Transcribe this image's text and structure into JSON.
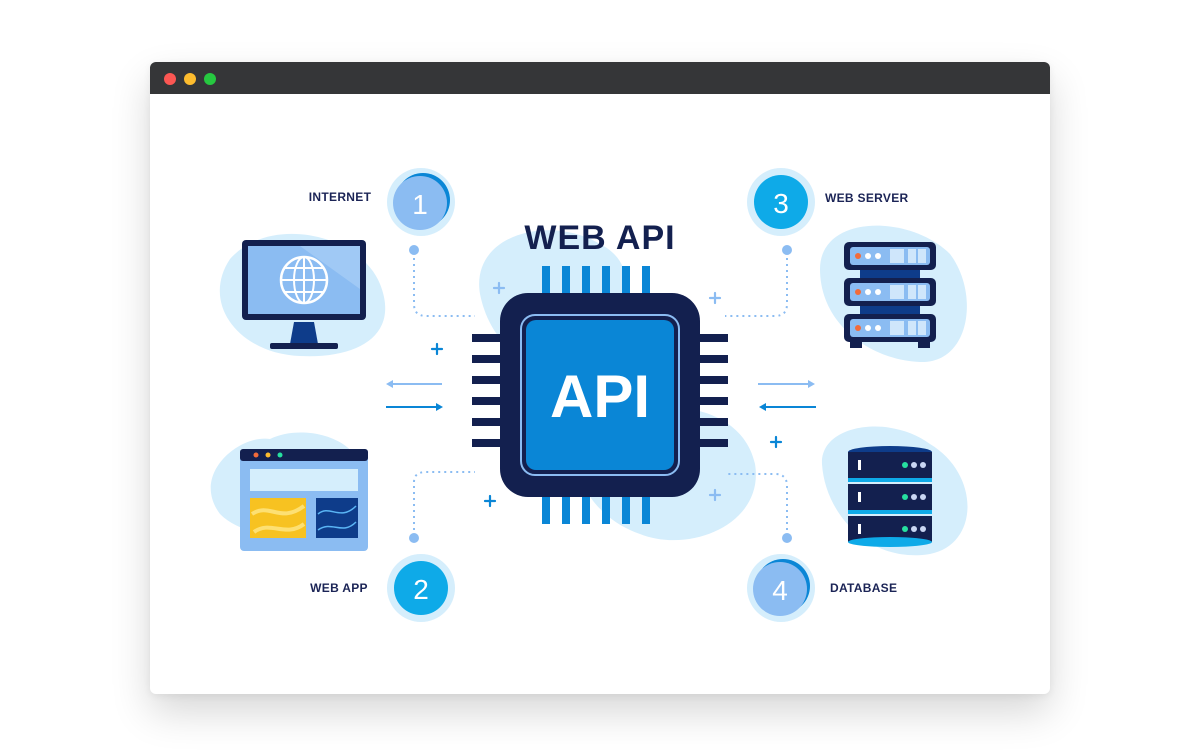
{
  "window": {
    "controls": [
      "close",
      "minimize",
      "maximize"
    ],
    "control_colors": {
      "close": "#fc5753",
      "minimize": "#fdbc2e",
      "maximize": "#26c840"
    }
  },
  "diagram": {
    "title": "WEB API",
    "chip_label": "API",
    "colors": {
      "navy": "#13204f",
      "blue": "#0a86d6",
      "light_blue": "#8bbcf2",
      "blob": "#d5eefc",
      "accent_cyan": "#0eaae8"
    },
    "nodes": [
      {
        "number": "1",
        "label": "INTERNET",
        "icon": "monitor-globe-icon"
      },
      {
        "number": "2",
        "label": "WEB APP",
        "icon": "browser-window-icon"
      },
      {
        "number": "3",
        "label": "WEB SERVER",
        "icon": "server-rack-icon"
      },
      {
        "number": "4",
        "label": "DATABASE",
        "icon": "database-icon"
      }
    ]
  }
}
